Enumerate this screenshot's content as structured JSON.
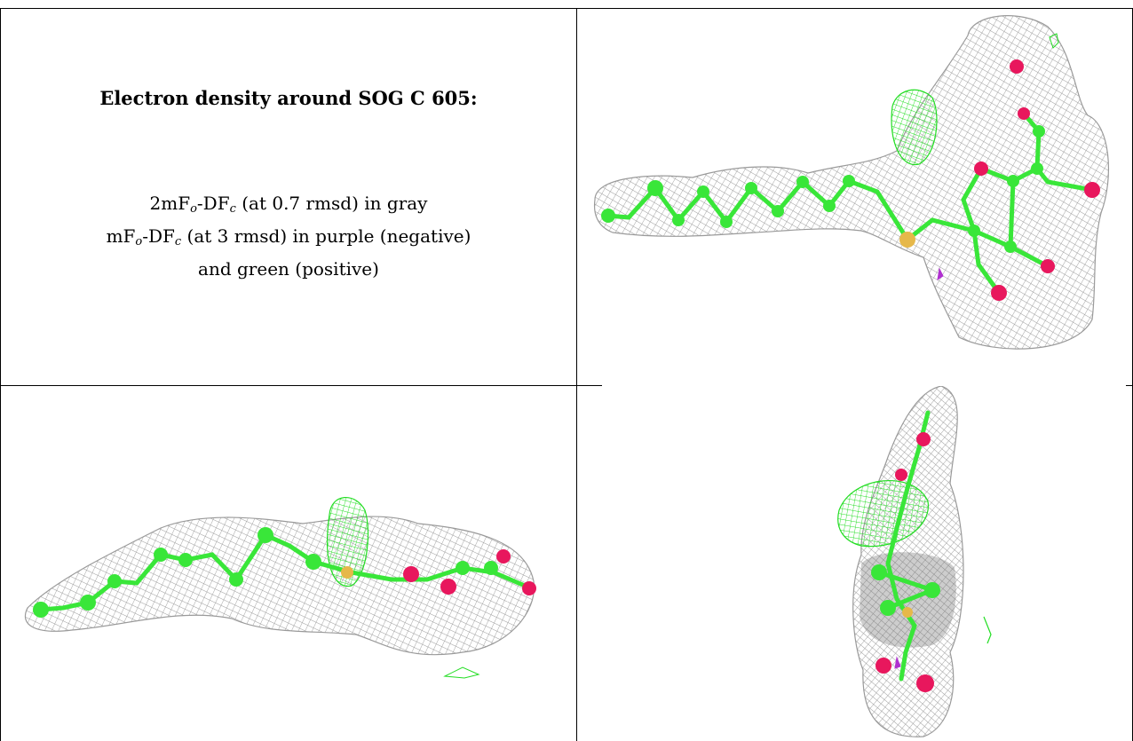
{
  "panel_text": {
    "title": "Electron density around SOG C 605:",
    "line1": {
      "a": "2mF",
      "b": "o",
      "c": "-DF",
      "d": "c",
      "e": " (at 0.7 rmsd) in gray"
    },
    "line2": {
      "a": "mF",
      "b": "o",
      "c": "-DF",
      "d": "c",
      "e": " (at 3 rmsd) in purple (negative)"
    },
    "line3": "and green (positive)"
  },
  "colors": {
    "mesh_gray": "#9a9a9a",
    "carbon_green": "#39e639",
    "density_green": "#22dd22",
    "oxygen_red": "#e8175d",
    "sulfur_yellow": "#e6b84a",
    "negative_purple": "#b030d0"
  }
}
